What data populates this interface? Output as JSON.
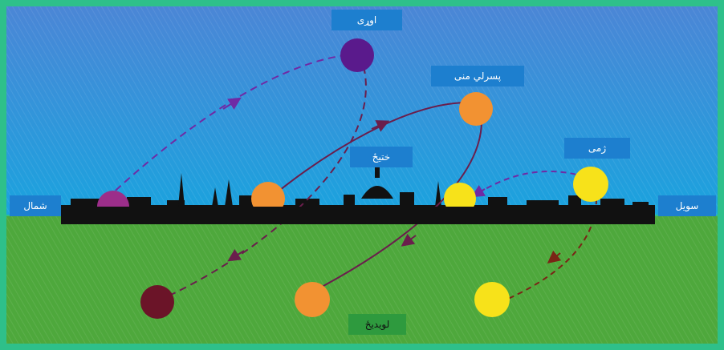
{
  "labels": {
    "summer": "اوړی",
    "spring": "پسرلي منی",
    "winter": "ژمی",
    "east": "ختیځ",
    "north": "شمال",
    "south": "سویل",
    "west": "لویدیځ"
  },
  "colors": {
    "frame": "#2ec08a",
    "sky_top": "#4b86d6",
    "sky_bottom": "#1aa3de",
    "ground": "#4ea83c",
    "skyline": "#111111",
    "label_bg": "#1d7fcf",
    "sun_summer": "#5a1a8c",
    "sun_spring": "#f29232",
    "sun_winter": "#f7e21a",
    "sun_set_summer": "#6b1428",
    "path_summer": "#6f2aa5",
    "path_spring": "#6a1e4c",
    "path_winter": "#7a2416"
  }
}
